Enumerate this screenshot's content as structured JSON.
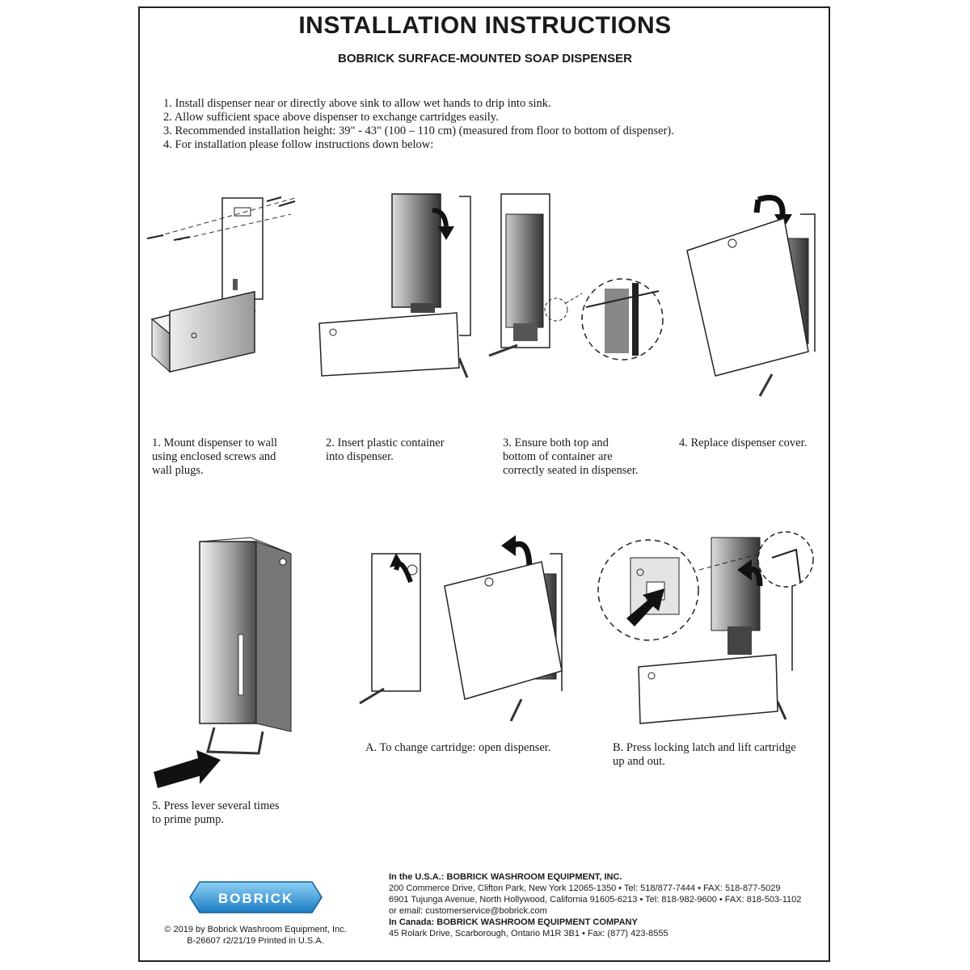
{
  "header": {
    "title": "INSTALLATION INSTRUCTIONS",
    "subtitle": "BOBRICK SURFACE-MOUNTED SOAP DISPENSER"
  },
  "intro": [
    "1. Install dispenser near or directly above sink to allow wet hands to drip into sink.",
    "2. Allow sufficient space above dispenser to exchange cartridges easily.",
    "3. Recommended installation height: 39\" - 43\" (100 – 110 cm) (measured from floor to bottom of dispenser).",
    "4. For installation please follow instructions down below:"
  ],
  "steps": {
    "s1": "1. Mount dispenser to wall\nusing enclosed screws and\nwall plugs.",
    "s2": "2. Insert plastic container\ninto dispenser.",
    "s3": "3. Ensure both top and\nbottom of container are\ncorrectly seated in dispenser.",
    "s4": "4. Replace dispenser cover.",
    "s5": "5. Press lever several times\nto prime pump.",
    "sA": "A. To change cartridge: open dispenser.",
    "sB": "B. Press locking latch and lift cartridge\nup and out."
  },
  "logo": {
    "text": "BOBRICK",
    "color": "#3a9fdc"
  },
  "footer_left": {
    "copyright": "© 2019 by Bobrick Washroom Equipment, Inc.",
    "code": "B-26607   r2/21/19   Printed in U.S.A."
  },
  "footer_right": {
    "usa_heading": "In the U.S.A.: BOBRICK WASHROOM EQUIPMENT, INC.",
    "usa_line1": "200 Commerce Drive, Clifton Park, New York 12065-1350 • Tel: 518/877-7444 • FAX: 518-877-5029",
    "usa_line2": "6901 Tujunga Avenue, North Hollywood, California 91605-6213 • Tel: 818-982-9600 • FAX: 818-503-1102",
    "usa_line3": "or email: customerservice@bobrick.com",
    "canada_heading": "In Canada: BOBRICK WASHROOM EQUIPMENT COMPANY",
    "canada_line1": "45 Rolark Drive, Scarborough, Ontario M1R 3B1 • Fax: (877) 423-8555"
  }
}
